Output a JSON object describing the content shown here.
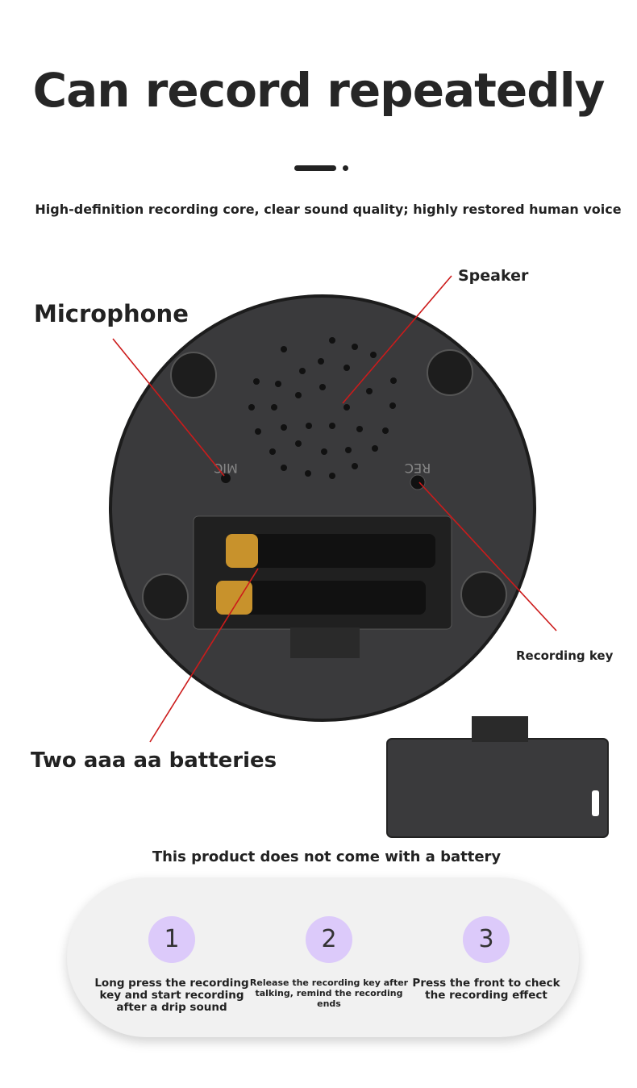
{
  "title": "Can record repeatedly",
  "subtitle": "High-definition recording core, clear sound quality; highly restored human voice",
  "labels": {
    "microphone": "Microphone",
    "speaker": "Speaker",
    "recording_key": "Recording key",
    "batteries": "Two aaa aa batteries",
    "mic_marking": "MIC",
    "rec_marking": "REC"
  },
  "note": "This product does not come with a battery",
  "steps": [
    {
      "number": "1",
      "text": "Long press the recording key and start recording after a drip sound"
    },
    {
      "number": "2",
      "text": "Release the recording key after talking, remind the recording ends"
    },
    {
      "number": "3",
      "text": "Press the front to check the recording effect"
    }
  ],
  "colors": {
    "callout_line": "#cc1b1b",
    "step_circle": "#dccafa"
  }
}
